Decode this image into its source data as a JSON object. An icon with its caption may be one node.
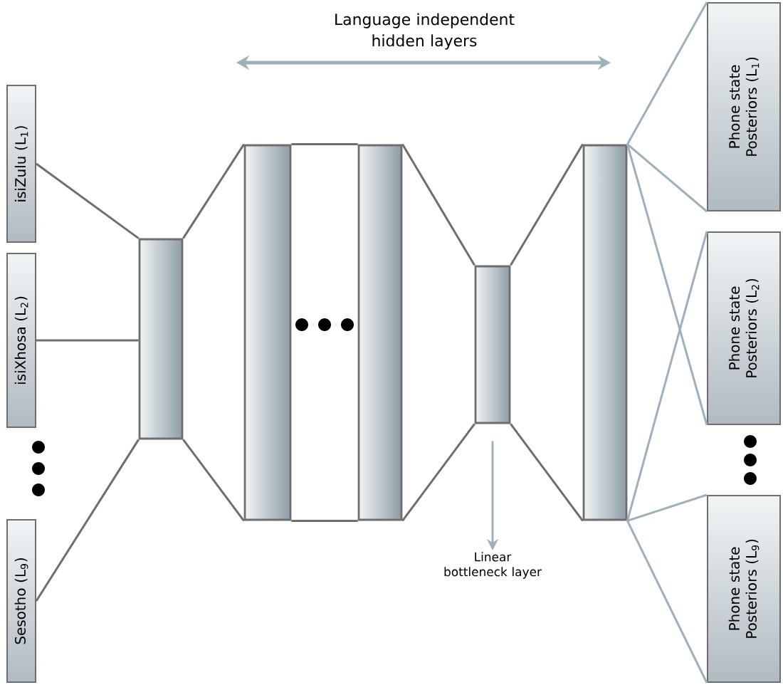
{
  "diagram": {
    "nodes": [
      {
        "text": [
          "isiZulu (L$_{1}$)"
        ]
      },
      {
        "text": [
          "isiXhosa (L$_{2}$)"
        ]
      },
      {
        "text": [
          "Sesotho (L$_{9}$)"
        ]
      },
      {
        "text": [],
        "shape": "bar"
      },
      {
        "text": [],
        "shape": "bar"
      },
      {
        "text": [],
        "shape": "bar"
      },
      {
        "text": [],
        "shape": "bar"
      },
      {
        "text": [],
        "shape": "bar"
      },
      {
        "text": [
          "Phone state Posteriors (L$_{1}$)"
        ]
      },
      {
        "text": [
          "Phone state Posteriors (L$_{2}$)"
        ]
      },
      {
        "text": [
          "Phone state Posteriors (L$_{9}$)"
        ]
      },
      {
        "text": [
          "Linear bottleneck layer"
        ]
      }
    ],
    "edges": [
      {
        "from": 0,
        "to": 3,
        "arrow": "none"
      },
      {
        "from": 1,
        "to": 3,
        "arrow": "none"
      },
      {
        "from": 2,
        "to": 3,
        "arrow": "none"
      },
      {
        "from": 3,
        "to": 4,
        "arrow": "none"
      },
      {
        "from": 4,
        "to": 5,
        "arrow": "none"
      },
      {
        "from": 5,
        "to": 6,
        "arrow": "none"
      },
      {
        "from": 6,
        "to": 7,
        "arrow": "none"
      },
      {
        "from": 7,
        "to": 8,
        "arrow": "none",
        "color": "#a0b0ba"
      },
      {
        "from": 7,
        "to": 9,
        "arrow": "none",
        "color": "#a0b0ba"
      },
      {
        "from": 7,
        "to": 9,
        "arrow": "none",
        "color": "#a0b0ba"
      },
      {
        "from": 7,
        "to": 10,
        "arrow": "none",
        "color": "#a0b0ba"
      },
      {
        "from": 6,
        "to": 11,
        "arrow": "to",
        "color": "#a0b0ba"
      }
    ],
    "labels": [
      "Language independent hidden layers"
    ]
  }
}
